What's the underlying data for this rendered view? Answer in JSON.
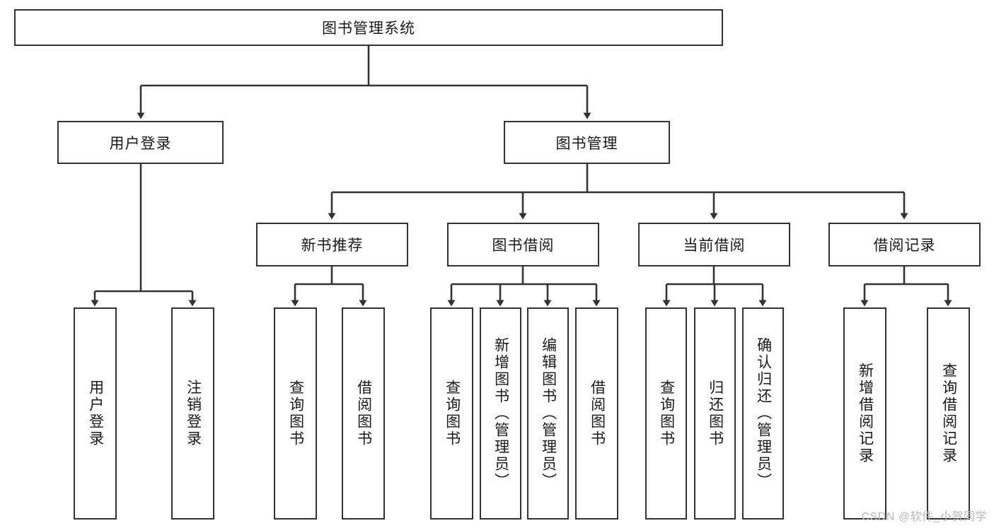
{
  "diagram": {
    "title": "图书管理系统",
    "type": "tree-hierarchy-diagram",
    "style": {
      "box_border_color": "#333333",
      "box_fill_color": "#ffffff",
      "edge_color": "#333333",
      "background_color": "#ffffff",
      "text_color": "#1a1a1a"
    },
    "root": {
      "label": "图书管理系统"
    },
    "level2": [
      {
        "label": "用户登录"
      },
      {
        "label": "图书管理"
      }
    ],
    "level3": [
      {
        "label": "新书推荐"
      },
      {
        "label": "图书借阅"
      },
      {
        "label": "当前借阅"
      },
      {
        "label": "借阅记录"
      }
    ],
    "leaves": {
      "user_login": [
        {
          "label": "用户登录"
        },
        {
          "label": "注销登录"
        }
      ],
      "new_book_recommend": [
        {
          "label": "查询图书"
        },
        {
          "label": "借阅图书"
        }
      ],
      "book_borrow": [
        {
          "label": "查询图书"
        },
        {
          "label": "新增图书（管理员）"
        },
        {
          "label": "编辑图书（管理员）"
        },
        {
          "label": "借阅图书"
        }
      ],
      "current_borrow": [
        {
          "label": "查询图书"
        },
        {
          "label": "归还图书"
        },
        {
          "label": "确认归还（管理员）"
        }
      ],
      "borrow_record": [
        {
          "label": "新增借阅记录"
        },
        {
          "label": "查询借阅记录"
        }
      ]
    }
  },
  "watermark": {
    "text": "CSDN @软件_小贺同学"
  }
}
